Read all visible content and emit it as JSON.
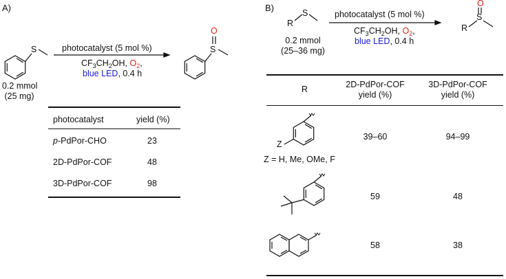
{
  "panelA": {
    "label": "A)",
    "reactant_amount": "0.2 mmol",
    "reactant_mass": "(25 mg)",
    "conditions": {
      "catalyst": "photocatalyst (5 mol %)",
      "solvent_prefix": "CF",
      "solvent_sub1": "3",
      "solvent_mid": "CH",
      "solvent_sub2": "2",
      "solvent_suffix": "OH, ",
      "oxidant_main": "O",
      "oxidant_sub": "2",
      "comma": ",",
      "light": "blue LED",
      "time": ", 0.4 h"
    },
    "table": {
      "headers": [
        "photocatalyst",
        "yield (%)"
      ],
      "rows": [
        {
          "prefix": "p",
          "name": "-PdPor-CHO",
          "yield": "23"
        },
        {
          "prefix": "",
          "name": "2D-PdPor-COF",
          "yield": "48"
        },
        {
          "prefix": "",
          "name": "3D-PdPor-COF",
          "yield": "98"
        }
      ]
    }
  },
  "panelB": {
    "label": "B)",
    "reactant_amount": "0.2 mmol",
    "reactant_mass": "(25–36 mg)",
    "conditions": {
      "catalyst": "photocatalyst (5 mol %)",
      "solvent_prefix": "CF",
      "solvent_sub1": "3",
      "solvent_mid": "CH",
      "solvent_sub2": "2",
      "solvent_suffix": "OH, ",
      "oxidant_main": "O",
      "oxidant_sub": "2",
      "comma": ",",
      "light": "blue LED",
      "time": ", 0.4 h"
    },
    "table": {
      "headers": {
        "r": "R",
        "col2_line1": "2D-PdPor-COF",
        "col2_line2": "yield (%)",
        "col3_line1": "3D-PdPor-COF",
        "col3_line2": "yield (%)"
      },
      "rows": [
        {
          "yield2d": "39–60",
          "yield3d": "94–99"
        },
        {
          "yield2d": "59",
          "yield3d": "48"
        },
        {
          "yield2d": "58",
          "yield3d": "38"
        }
      ],
      "substituent_note": "Z = H, Me, OMe, F"
    }
  },
  "atoms": {
    "sulfur": "S",
    "oxygen": "O",
    "r_group": "R",
    "z_group": "Z"
  },
  "colors": {
    "oxygen": "#e0201a",
    "light": "#1a1ad6"
  }
}
